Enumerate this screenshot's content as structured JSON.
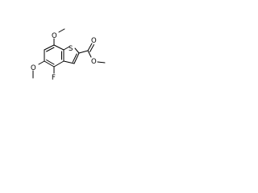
{
  "molecule": {
    "atoms": {
      "S": "S",
      "O_top": "O",
      "O_left": "O",
      "F": "F",
      "O_ester_carbonyl": "O",
      "O_ester_single": "O"
    }
  }
}
